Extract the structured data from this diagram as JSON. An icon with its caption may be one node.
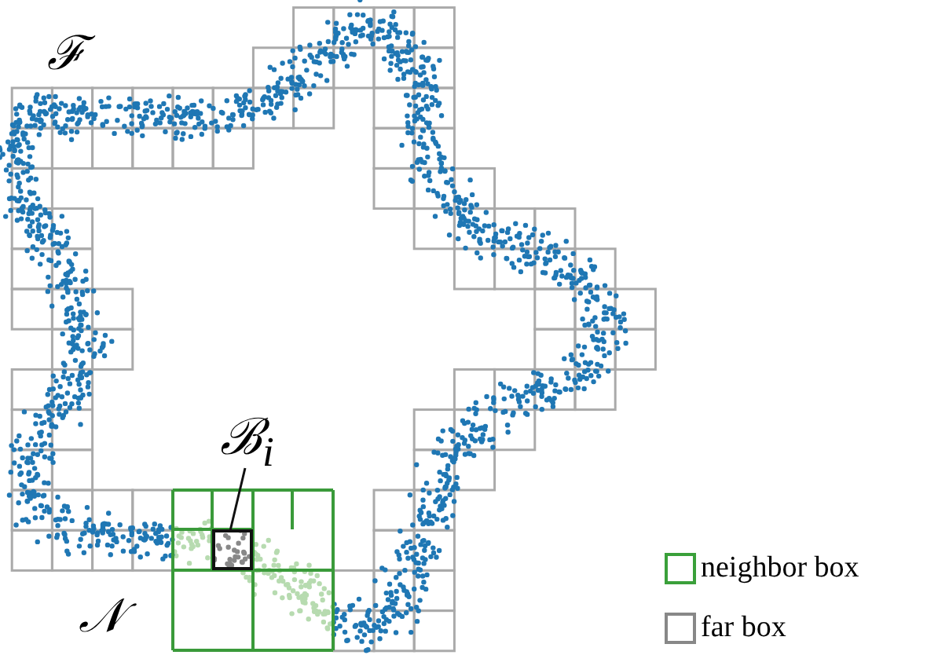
{
  "diagram": {
    "nodes": [
      {
        "text": [
          "ℬ$_{i}$"
        ]
      },
      {
        "text": [],
        "shape": "box"
      }
    ],
    "edges": [
      {
        "from": 0,
        "to": 1,
        "arrow": "none"
      }
    ],
    "labels": [
      "ℱ",
      "𝒩"
    ],
    "legend": [
      {
        "text": "neighbor box"
      },
      {
        "text": "far box"
      }
    ]
  }
}
